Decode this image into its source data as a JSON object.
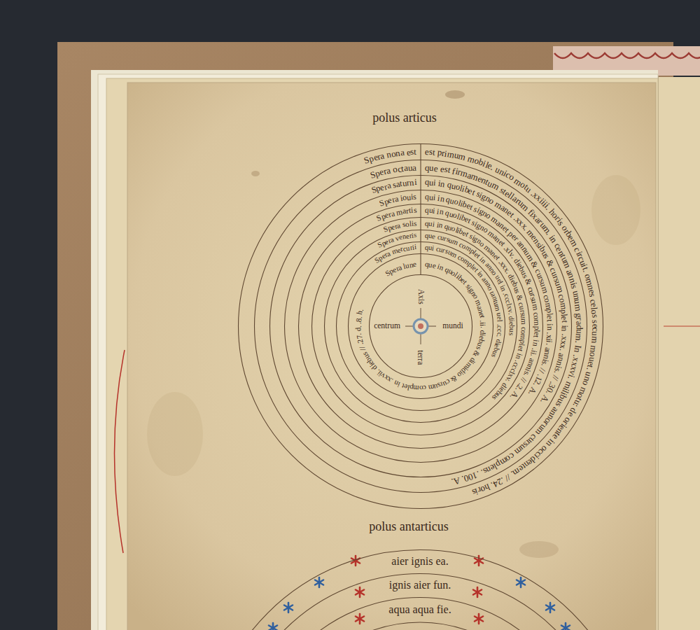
{
  "diagram": {
    "nodes": [
      {
        "text": [
          "Spera nona est",
          "est primum mobile. unico motu .xxiiii. horis orbem circuit. omnes celos secum mouet. uno motu: de oriente in occidentem. // .24. horis"
        ]
      },
      {
        "text": [
          "Spera octaua",
          "que est firmamentum stellarum fixarum. in centum annis unum gradum. In .xxxvi. milibus annorum cursum complens. .100. A."
        ],
        "in": 0
      },
      {
        "text": [
          "Spera saturni",
          "qui in quolibet signo manet .xxx. mensibus & cursum complet in .xxx. annis. // .30. A."
        ],
        "in": 1
      },
      {
        "text": [
          "Spera iouis",
          "qui in quolibet signo manet per annum & cursum complet in .xii. annis. // .12. A."
        ],
        "in": 2
      },
      {
        "text": [
          "Spera martis",
          "qui in quolibet signo manet .xlv. diebus & cursum complet in .ii. annis. // .2. A."
        ],
        "in": 3
      },
      {
        "text": [
          "Spera solis",
          "qui in quolibet signo manet .xxx. diebus & cursum complet in .ccclxv. diebus"
        ],
        "in": 4
      },
      {
        "text": [
          "Spera veneris",
          "que cursum complet in anno uel in .ccclxv. diebus"
        ],
        "in": 5
      },
      {
        "text": [
          "Spera mercurii",
          "qui cursum complet in anno tantum uel .ccc. diebus"
        ],
        "in": 6
      },
      {
        "text": [
          "Spera lune",
          "que in quolibet signo manet .ii. diebus & dimidio & cursum complet in .xxvii. diebus // .27. d. .8. h."
        ],
        "in": 7
      },
      {
        "text": [
          "Axis",
          "centrum",
          "mundi",
          "terra"
        ],
        "in": 8
      },
      {
        "text": [
          "aier ignis ea."
        ]
      },
      {
        "text": [
          "ignis aier fun."
        ],
        "in": 10
      },
      {
        "text": [
          "aqua aqua fie."
        ],
        "in": 11
      }
    ],
    "labels": [
      "polus articus",
      "polus antarticus"
    ]
  }
}
